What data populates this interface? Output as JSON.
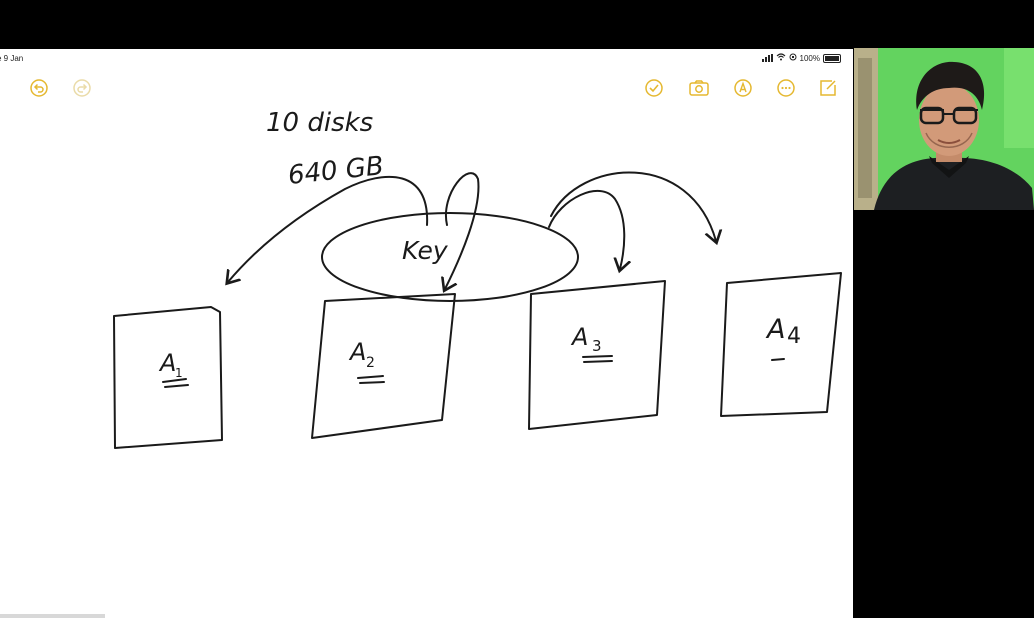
{
  "status_bar": {
    "date": "e 9 Jan",
    "battery": "100%"
  },
  "toolbar": {
    "undo_icon": "undo-icon",
    "redo_icon": "redo-icon",
    "done_icon": "checkmark-circle-icon",
    "camera_icon": "camera-icon",
    "markup_icon": "pen-circle-icon",
    "more_icon": "ellipsis-circle-icon",
    "compose_icon": "compose-icon",
    "accent_color": "#e5b830"
  },
  "drawing": {
    "note_line1": "10 disks",
    "note_line2": "640 GB",
    "key_label": "Key",
    "nodes": [
      {
        "label": "A",
        "subscript": "1"
      },
      {
        "label": "A",
        "subscript": "2"
      },
      {
        "label": "A",
        "subscript": "3"
      },
      {
        "label": "A",
        "subscript": "4"
      }
    ]
  }
}
